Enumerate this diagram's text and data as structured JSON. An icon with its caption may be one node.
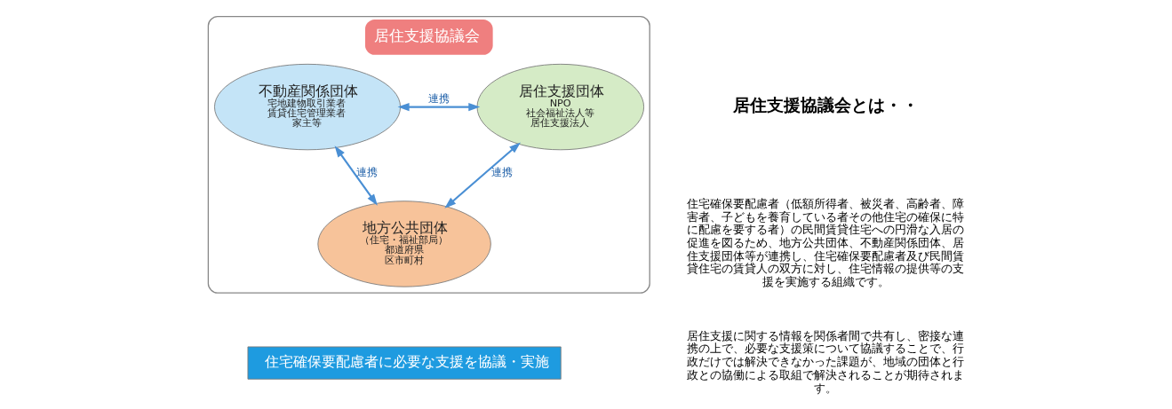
{
  "diagram": {
    "nodes": [
      {
        "text": [
          "居住支援協議会"
        ]
      },
      {
        "text": [
          "不動産関係団体",
          "宅地建物取引業者",
          "賃貸住宅管理業者",
          "家主等"
        ],
        "in": 0
      },
      {
        "text": [
          "居住支援団体",
          "NPO",
          "社会福祉法人等",
          "居住支援法人"
        ],
        "in": 0
      },
      {
        "text": [
          "地方公共団体",
          "（住宅・福祉部局）",
          "都道府県",
          "区市町村"
        ],
        "in": 0
      },
      {
        "text": [
          "住宅確保要配慮者に必要な支援を協議・実施"
        ]
      }
    ],
    "edges": [
      {
        "from": 1,
        "to": 2,
        "arrow": "both",
        "label": "連携",
        "color": "#4a8fd4"
      },
      {
        "from": 1,
        "to": 3,
        "arrow": "both",
        "label": "連携",
        "color": "#4a8fd4"
      },
      {
        "from": 2,
        "to": 3,
        "arrow": "both",
        "label": "連携",
        "color": "#4a8fd4"
      }
    ],
    "labels": [
      "居住支援協議会とは・・",
      "住宅確保要配慮者（低額所得者、被災者、高齢者、障害者、子どもを養育している者その他住宅の確保に特に配慮を要する者）の民間賃貸住宅への円滑な入居の促進を図るため、地方公共団体、不動産関係団体、居住支援団体等が連携し、住宅確保要配慮者及び民間賃貸住宅の賃貸人の双方に対し、住宅情報の提供等の支援を実施する組織です。",
      "居住支援に関する情報を関係者間で共有し、密接な連携の上で、必要な支援策について協議することで、行政だけでは解決できなかった課題が、地域の団体と行政との協働による取組で解決されることが期待されます。"
    ]
  }
}
